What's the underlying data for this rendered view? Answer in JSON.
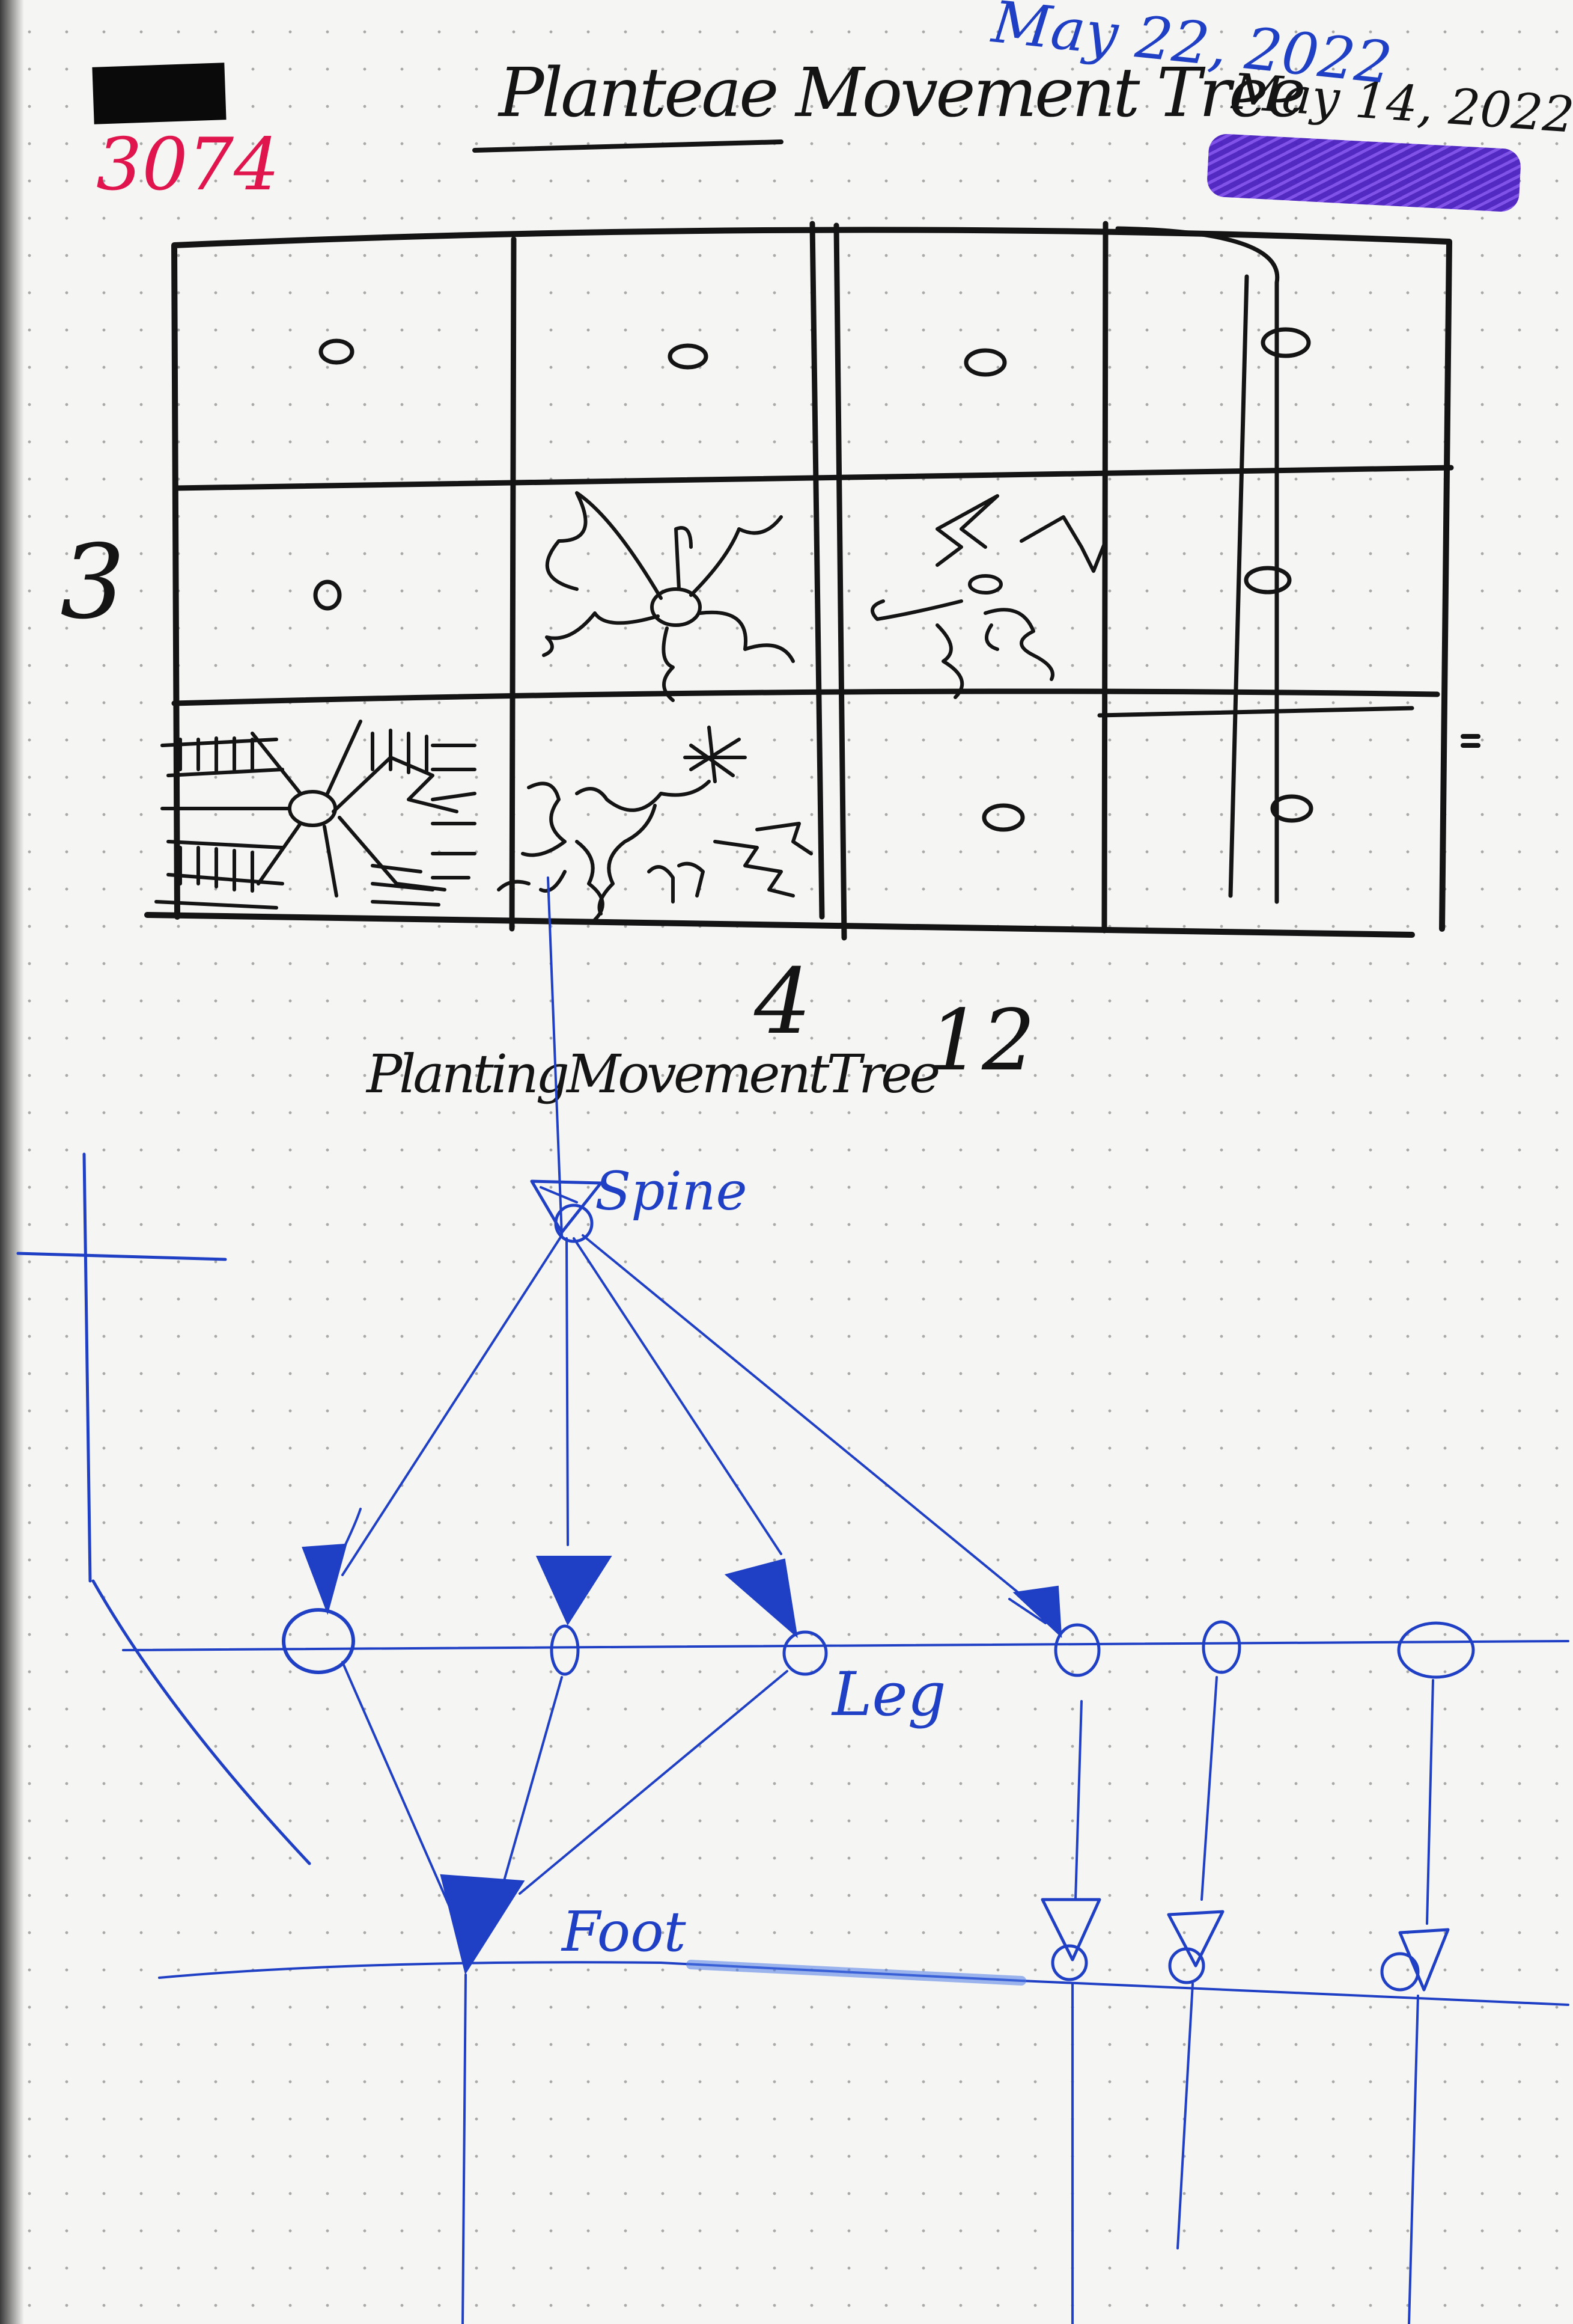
{
  "notebook_id": "3074",
  "title": "Planteae Movement Tree",
  "dates": [
    "May 22, 2022",
    "May 14, 2022"
  ],
  "grid_labels": {
    "rows": "3",
    "cols": "4",
    "total": "12"
  },
  "subtitle": "PlantingMovementTree",
  "tree_nodes": {
    "root": "Spine",
    "middle": "Leg",
    "bottom": "Foot"
  },
  "colors": {
    "black_ink": "#141414",
    "blue_ink": "#1f3fc4",
    "pink_ink": "#e0154d",
    "purple_ink": "#5b1fd0"
  }
}
